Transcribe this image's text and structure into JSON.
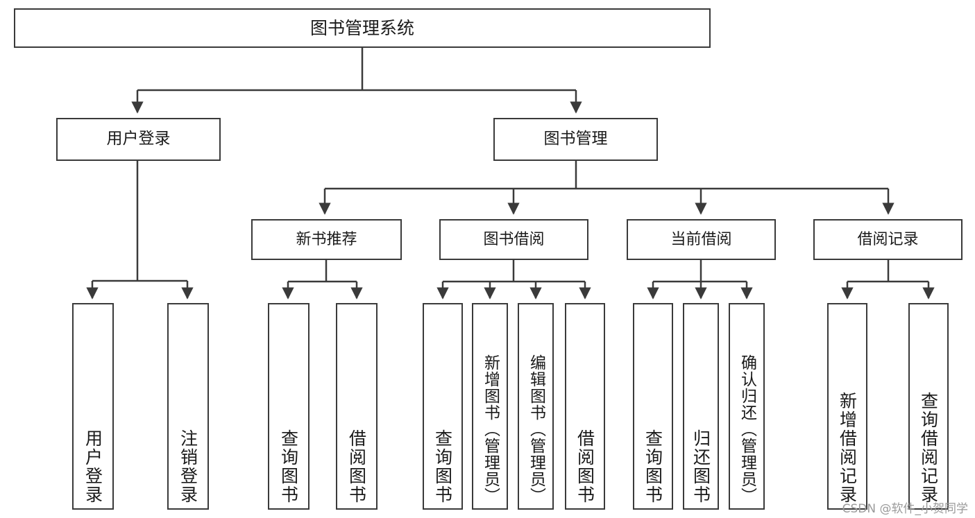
{
  "diagram": {
    "title": "图书管理系统",
    "type": "functional-structure-tree",
    "root": {
      "label": "图书管理系统"
    },
    "level2": [
      {
        "label": "用户登录"
      },
      {
        "label": "图书管理"
      }
    ],
    "level3": [
      {
        "label": "新书推荐"
      },
      {
        "label": "图书借阅"
      },
      {
        "label": "当前借阅"
      },
      {
        "label": "借阅记录"
      }
    ],
    "leaves": [
      {
        "label": "用户登录"
      },
      {
        "label": "注销登录"
      },
      {
        "label": "查询图书"
      },
      {
        "label": "借阅图书"
      },
      {
        "label": "查询图书"
      },
      {
        "label": "新增图书（管理员）"
      },
      {
        "label": "编辑图书（管理员）"
      },
      {
        "label": "借阅图书"
      },
      {
        "label": "查询图书"
      },
      {
        "label": "归还图书"
      },
      {
        "label": "确认归还（管理员）"
      },
      {
        "label": "新增借阅记录"
      },
      {
        "label": "查询借阅记录"
      }
    ]
  },
  "watermark": {
    "text": "CSDN @软件_小贺同学"
  },
  "colors": {
    "stroke": "#3a3a3a",
    "fill": "#ffffff",
    "text": "#1a1a1a",
    "watermark": "#9a9a9a"
  }
}
